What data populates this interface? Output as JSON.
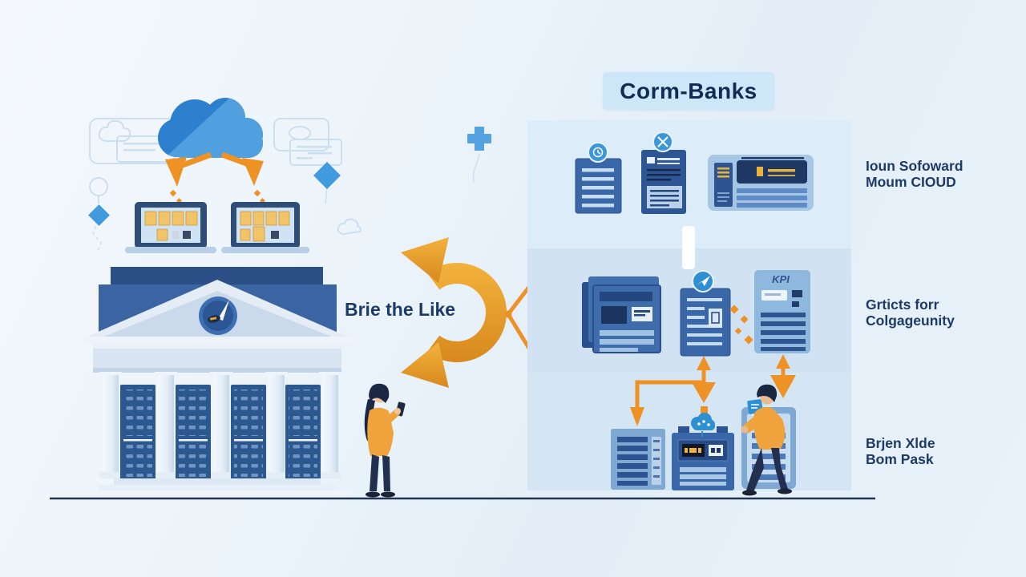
{
  "scene": {
    "title": "Corm-Banks",
    "center_label": "Brie the Like",
    "kpi_mark": "KPI",
    "row_labels": [
      {
        "line1": "Ioun Sofoward",
        "line2": "Moum CIOUD"
      },
      {
        "line1": "Grticts forr",
        "line2": "Colgageunity"
      },
      {
        "line1": "Brjen Xlde",
        "line2": "Bom Pask"
      }
    ],
    "colors": {
      "background": "#ecf3fa",
      "panel": "#d8e8f6",
      "title_box": "#cde6f8",
      "navy_text": "#1d3a66",
      "accent_orange": "#ef9226",
      "gold_arrow": "#e8a42c",
      "cloud_blue": "#2c80ce",
      "cloud_blue_light": "#509fde",
      "doc_blue": "#3a67a8",
      "doc_blue_dark": "#2a4f8c",
      "card_light": "#8fb8de",
      "shirt_orange": "#f0a23d"
    }
  }
}
